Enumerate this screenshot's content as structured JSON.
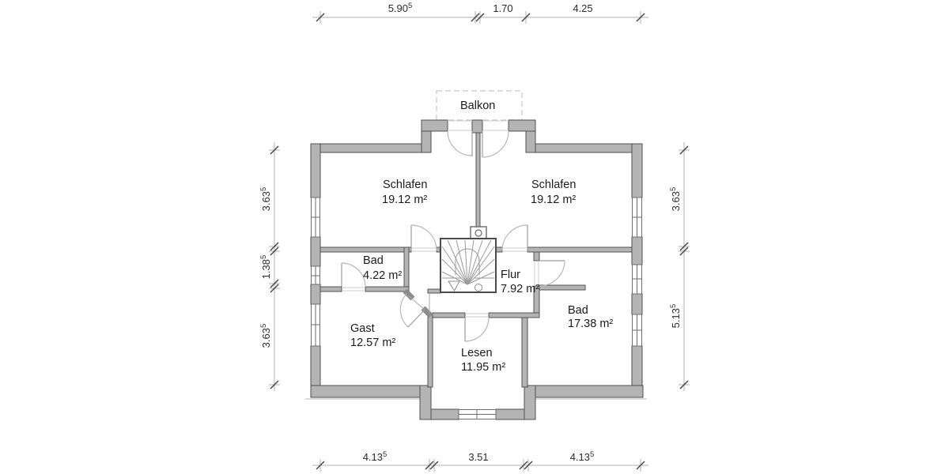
{
  "plan": {
    "balcony": {
      "label": "Balkon"
    },
    "rooms": [
      {
        "id": "schlafen-left",
        "name": "Schlafen",
        "area": "19.12 m²"
      },
      {
        "id": "schlafen-right",
        "name": "Schlafen",
        "area": "19.12 m²"
      },
      {
        "id": "bad-upper",
        "name": "Bad",
        "area": "4.22 m²"
      },
      {
        "id": "flur",
        "name": "Flur",
        "area": "7.92 m²"
      },
      {
        "id": "bad-right",
        "name": "Bad",
        "area": "17.38 m²"
      },
      {
        "id": "gast",
        "name": "Gast",
        "area": "12.57 m²"
      },
      {
        "id": "lesen",
        "name": "Lesen",
        "area": "11.95 m²"
      }
    ],
    "dimensions": {
      "top": [
        {
          "value": "5.90",
          "sup": "5"
        },
        {
          "value": "1.70",
          "sup": ""
        },
        {
          "value": "4.25",
          "sup": ""
        }
      ],
      "bottom": [
        {
          "value": "4.13",
          "sup": "5"
        },
        {
          "value": "3.51",
          "sup": ""
        },
        {
          "value": "4.13",
          "sup": "5"
        }
      ],
      "left": [
        {
          "value": "3.63",
          "sup": "5"
        },
        {
          "value": "1.38",
          "sup": "5"
        },
        {
          "value": "3.63",
          "sup": "5"
        }
      ],
      "right": [
        {
          "value": "3.63",
          "sup": "5"
        },
        {
          "value": "5.13",
          "sup": "5"
        }
      ]
    },
    "colors": {
      "wall_fill": "#b4b4b4",
      "wall_edge": "#505050",
      "dimension_text": "#2b2b2b",
      "label_text": "#1a1a1a"
    }
  }
}
